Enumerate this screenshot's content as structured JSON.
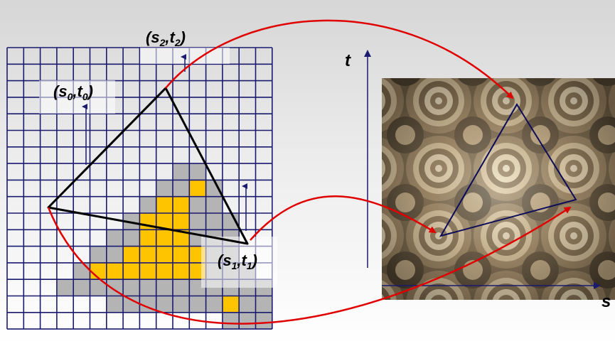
{
  "labels": {
    "v0": {
      "name": "s",
      "sub": "0",
      "name2": "t",
      "sub2": "0"
    },
    "v1": {
      "name": "s",
      "sub": "1",
      "name2": "t",
      "sub2": "1"
    },
    "v2": {
      "name": "s",
      "sub": "2",
      "name2": "t",
      "sub2": "2"
    },
    "axis_t": "t",
    "axis_s": "s"
  },
  "colors": {
    "grid": "#1a1a6e",
    "fragment": "#ffc400",
    "covered_cell": "#b4b4b4",
    "triangle": "#000000",
    "mapping_arrow": "#e00000",
    "texture_triangle": "#0c0c5a"
  },
  "rasterized_fragments_by_row": [
    [],
    [],
    [],
    [],
    [],
    [],
    [],
    [],
    [
      11
    ],
    [
      9,
      10
    ],
    [
      8,
      9,
      10
    ],
    [
      8,
      9,
      10
    ],
    [
      7,
      8,
      9,
      10,
      11
    ],
    [
      5,
      6,
      7,
      8,
      9,
      10,
      11
    ],
    [],
    [
      13
    ],
    []
  ],
  "covered_cells_by_row": [
    [],
    [],
    [],
    [],
    [],
    [],
    [],
    [
      10,
      11
    ],
    [
      9,
      10,
      11,
      12
    ],
    [
      8,
      9,
      10,
      11,
      12
    ],
    [
      7,
      8,
      9,
      10,
      11,
      12,
      13
    ],
    [
      6,
      7,
      8,
      9,
      10,
      11,
      12,
      13
    ],
    [
      5,
      6,
      7,
      8,
      9,
      10,
      11,
      12,
      13
    ],
    [
      4,
      5,
      6,
      7,
      8,
      9,
      10,
      11,
      12,
      13,
      14
    ],
    [
      3,
      4,
      5,
      6,
      7,
      8,
      9,
      10,
      11,
      12,
      13,
      14,
      15
    ],
    [
      6,
      7,
      8,
      9,
      10,
      11,
      12,
      13,
      14,
      15
    ],
    [
      13,
      14,
      15
    ],
    []
  ]
}
